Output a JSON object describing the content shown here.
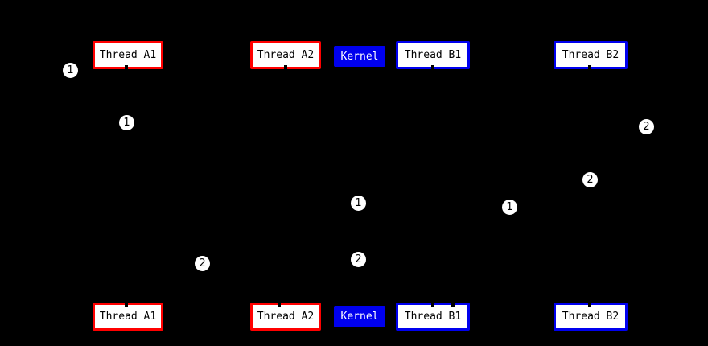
{
  "colors": {
    "background": "#000000",
    "thread_a_border": "#ff0000",
    "thread_b_border": "#0000ee",
    "kernel_fill": "#0000ee",
    "box_fill": "#ffffff",
    "box_text": "#000000",
    "kernel_text": "#ffffff",
    "marker_fill": "#ffffff",
    "marker_text": "#000000"
  },
  "boxes": {
    "top": [
      {
        "id": "thread-a1",
        "label": "Thread A1",
        "style": "red-outline"
      },
      {
        "id": "thread-a2",
        "label": "Thread A2",
        "style": "red-outline"
      },
      {
        "id": "kernel",
        "label": "Kernel",
        "style": "blue-filled"
      },
      {
        "id": "thread-b1",
        "label": "Thread B1",
        "style": "blue-outline"
      },
      {
        "id": "thread-b2",
        "label": "Thread B2",
        "style": "blue-outline"
      }
    ],
    "bottom": [
      {
        "id": "thread-a1",
        "label": "Thread A1",
        "style": "red-outline"
      },
      {
        "id": "thread-a2",
        "label": "Thread A2",
        "style": "red-outline"
      },
      {
        "id": "kernel",
        "label": "Kernel",
        "style": "blue-filled"
      },
      {
        "id": "thread-b1",
        "label": "Thread B1",
        "style": "blue-outline"
      },
      {
        "id": "thread-b2",
        "label": "Thread B2",
        "style": "blue-outline"
      }
    ]
  },
  "markers": [
    {
      "label": "1"
    },
    {
      "label": "1"
    },
    {
      "label": "2"
    },
    {
      "label": "2"
    },
    {
      "label": "1"
    },
    {
      "label": "1"
    },
    {
      "label": "2"
    },
    {
      "label": "2"
    }
  ]
}
